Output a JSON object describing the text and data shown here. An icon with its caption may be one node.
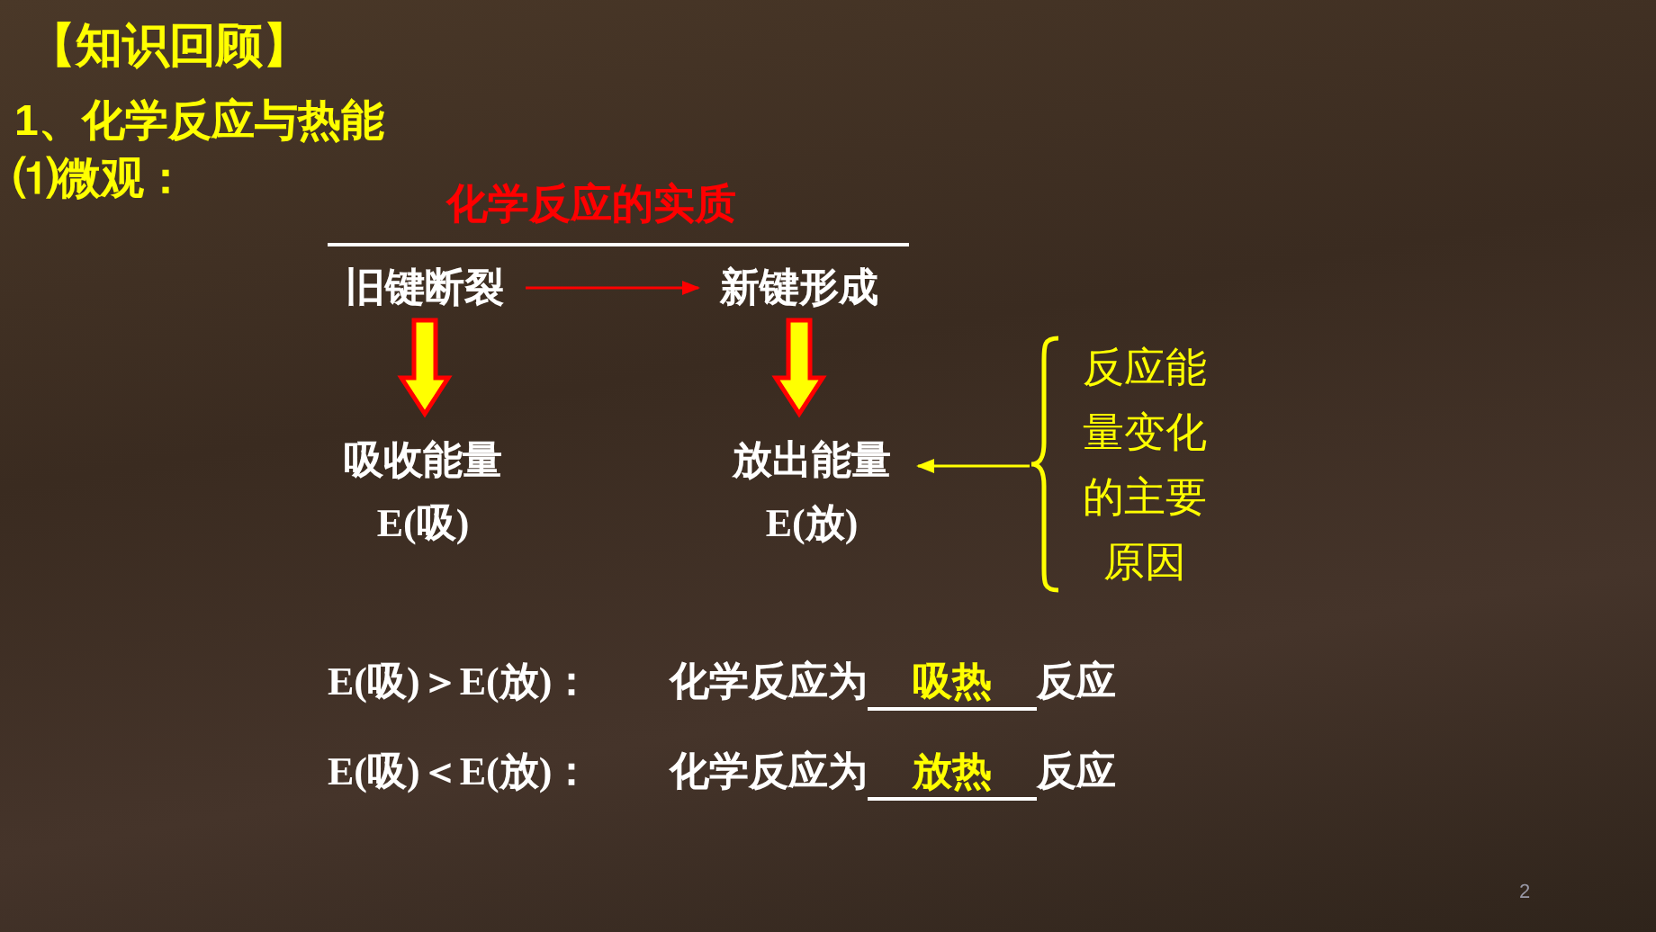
{
  "diagram": {
    "title": "【知识回顾】",
    "nodes": [
      {
        "text": [
          "旧键断裂"
        ]
      },
      {
        "text": [
          "新键形成"
        ]
      },
      {
        "text": [
          "吸收能量",
          "E(吸)"
        ]
      },
      {
        "text": [
          "放出能量",
          "E(放)"
        ]
      },
      {
        "text": [
          "反应能量变化的主要原因"
        ]
      }
    ],
    "edges": [
      {
        "from": 0,
        "to": 1,
        "arrow": "to",
        "color": "#ff0000"
      },
      {
        "from": 0,
        "to": 2,
        "arrow": "to",
        "style": "thick",
        "color": "#ffff00"
      },
      {
        "from": 1,
        "to": 3,
        "arrow": "to",
        "style": "thick",
        "color": "#ffff00"
      },
      {
        "from": 4,
        "to": 3,
        "arrow": "to",
        "color": "#ffff00"
      }
    ],
    "labels": [
      "1、化学反应与热能",
      "⑴微观：",
      "化学反应的实质",
      "E(吸)＞E(放)：",
      "化学反应为",
      "吸热",
      "反应",
      "E(吸)＜E(放)：",
      "化学反应为",
      "放热",
      "反应",
      "2"
    ]
  }
}
